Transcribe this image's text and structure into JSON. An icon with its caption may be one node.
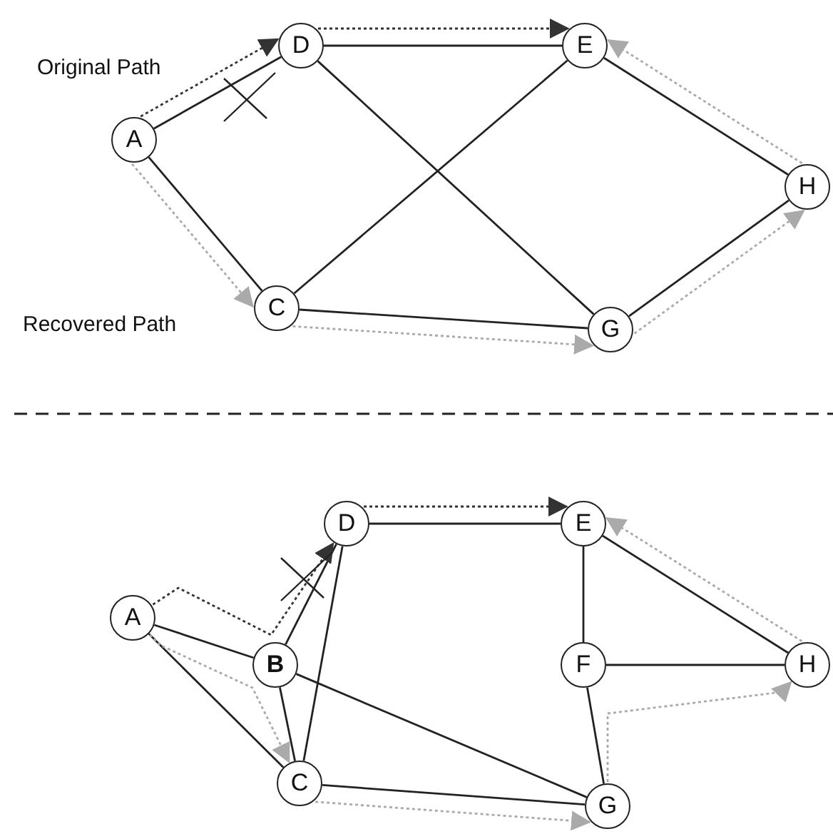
{
  "diagram": {
    "nodes": [
      {
        "text": [
          "D"
        ]
      },
      {
        "text": [
          "E"
        ]
      },
      {
        "text": [
          "A"
        ]
      },
      {
        "text": [
          "H"
        ]
      },
      {
        "text": [
          "C"
        ]
      },
      {
        "text": [
          "G"
        ]
      },
      {
        "text": [
          "D"
        ]
      },
      {
        "text": [
          "E"
        ]
      },
      {
        "text": [
          "A"
        ]
      },
      {
        "text": [
          "B"
        ]
      },
      {
        "text": [
          "F"
        ]
      },
      {
        "text": [
          "H"
        ]
      },
      {
        "text": [
          "C"
        ]
      },
      {
        "text": [
          "G"
        ]
      }
    ],
    "edges": [
      {
        "from": 2,
        "to": 0,
        "arrow": "none"
      },
      {
        "from": 2,
        "to": 4,
        "arrow": "none"
      },
      {
        "from": 0,
        "to": 1,
        "arrow": "none"
      },
      {
        "from": 0,
        "to": 5,
        "arrow": "none"
      },
      {
        "from": 4,
        "to": 1,
        "arrow": "none"
      },
      {
        "from": 4,
        "to": 5,
        "arrow": "none"
      },
      {
        "from": 1,
        "to": 3,
        "arrow": "none"
      },
      {
        "from": 5,
        "to": 3,
        "arrow": "none"
      },
      {
        "from": 8,
        "to": 9,
        "arrow": "none"
      },
      {
        "from": 8,
        "to": 12,
        "arrow": "none"
      },
      {
        "from": 9,
        "to": 6,
        "arrow": "none"
      },
      {
        "from": 9,
        "to": 12,
        "arrow": "none"
      },
      {
        "from": 9,
        "to": 13,
        "arrow": "none"
      },
      {
        "from": 6,
        "to": 12,
        "arrow": "none"
      },
      {
        "from": 6,
        "to": 7,
        "arrow": "none"
      },
      {
        "from": 7,
        "to": 10,
        "arrow": "none"
      },
      {
        "from": 7,
        "to": 11,
        "arrow": "none"
      },
      {
        "from": 10,
        "to": 11,
        "arrow": "none"
      },
      {
        "from": 10,
        "to": 13,
        "arrow": "none"
      },
      {
        "from": 12,
        "to": 13,
        "arrow": "none"
      },
      {
        "from": 2,
        "to": 0,
        "arrow": "to",
        "style": "dashed",
        "color": "#333333"
      },
      {
        "from": 0,
        "to": 1,
        "arrow": "to",
        "style": "dashed",
        "color": "#333333"
      },
      {
        "from": 2,
        "to": 4,
        "arrow": "to",
        "style": "dashed",
        "color": "#aaaaaa"
      },
      {
        "from": 4,
        "to": 5,
        "arrow": "to",
        "style": "dashed",
        "color": "#aaaaaa"
      },
      {
        "from": 5,
        "to": 3,
        "arrow": "to",
        "style": "dashed",
        "color": "#aaaaaa"
      },
      {
        "from": 3,
        "to": 1,
        "arrow": "to",
        "style": "dashed",
        "color": "#aaaaaa"
      },
      {
        "from": 8,
        "to": 6,
        "arrow": "to",
        "style": "dashed",
        "color": "#333333"
      },
      {
        "from": 6,
        "to": 7,
        "arrow": "to",
        "style": "dashed",
        "color": "#333333"
      },
      {
        "from": 8,
        "to": 12,
        "arrow": "to",
        "style": "dashed",
        "color": "#aaaaaa"
      },
      {
        "from": 12,
        "to": 13,
        "arrow": "to",
        "style": "dashed",
        "color": "#aaaaaa"
      },
      {
        "from": 13,
        "to": 11,
        "arrow": "to",
        "style": "dashed",
        "color": "#aaaaaa"
      },
      {
        "from": 11,
        "to": 7,
        "arrow": "to",
        "style": "dashed",
        "color": "#aaaaaa"
      }
    ],
    "labels": [
      "Original Path",
      "Recovered Path"
    ]
  }
}
